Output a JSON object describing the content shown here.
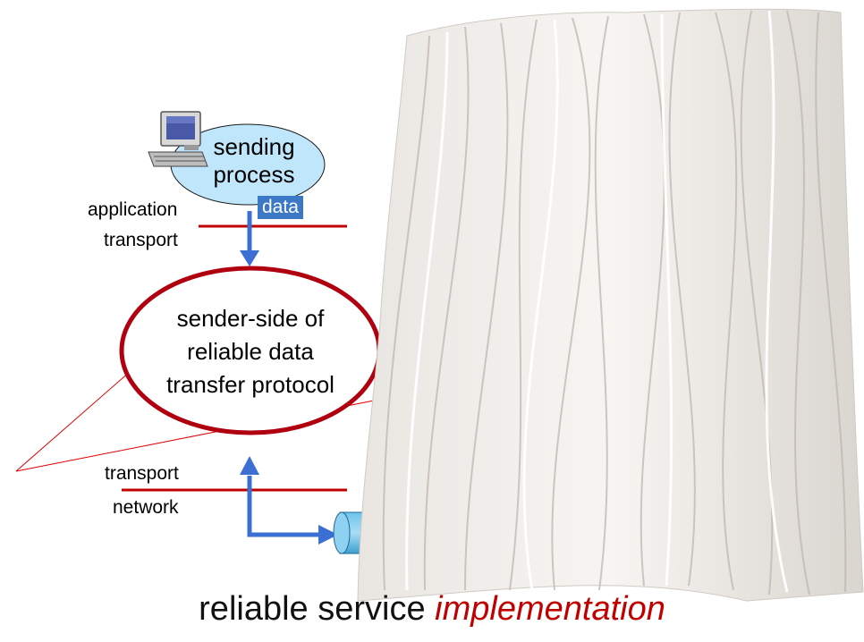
{
  "sending_process": {
    "line1": "sending",
    "line2": "process"
  },
  "data_label": "data",
  "layers_top": {
    "upper": "application",
    "lower": "transport"
  },
  "layers_bottom": {
    "upper": "transport",
    "lower": "network"
  },
  "sender_side": {
    "line1": "sender-side of",
    "line2": "reliable data",
    "line3": "transfer protocol"
  },
  "caption": {
    "plain": "reliable service ",
    "italic": "implementation"
  },
  "colors": {
    "boundary_line": "#c00000",
    "oval_stroke": "#b00010",
    "arrow": "#3b6fd4",
    "cloud_fill": "#bfe6fa",
    "data_box": "#3b78c6"
  }
}
